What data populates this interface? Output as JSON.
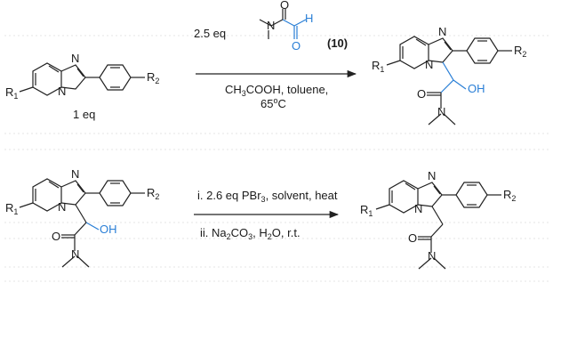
{
  "scheme1": {
    "reagent_eq": "2.5 eq",
    "reagent_label": "(10)",
    "conditions_line1": "CH3COOH, toluene,",
    "conditions_line2": "65oC",
    "start_eq": "1 eq",
    "atoms": {
      "N": "N",
      "O": "O",
      "H": "H",
      "OH": "OH",
      "R1": "R1",
      "R2": "R2"
    }
  },
  "scheme2": {
    "step1": "i. 2.6 eq PBr3, solvent, heat",
    "step2": "ii. Na2CO3, H2O, r.t."
  },
  "colors": {
    "highlight": "#2a7fd6",
    "ink": "#1a1a1a"
  }
}
